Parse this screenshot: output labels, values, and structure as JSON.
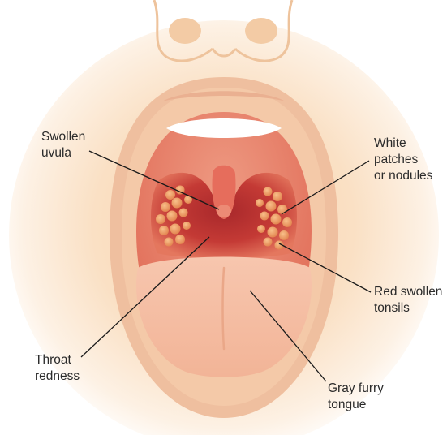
{
  "labels": {
    "swollen_uvula": [
      "Swollen",
      "uvula"
    ],
    "white_patches": [
      "White",
      "patches",
      "or nodules"
    ],
    "red_tonsils": [
      "Red swollen",
      "tonsils"
    ],
    "throat_redness": [
      "Throat",
      "redness"
    ],
    "gray_tongue": [
      "Gray furry",
      "tongue"
    ]
  },
  "colors": {
    "skin": "#f6cfa6",
    "skin_glow": "#fbe3c7",
    "lip": "#eeb796",
    "throat": "#c43a35",
    "throat_light": "#e98a6e",
    "uvula": "#e36f5d",
    "tonsil_nodule": "#f1a06a",
    "tongue": "#f6bfa4",
    "teeth": "#ffffff",
    "leader_line": "#1a1a1a",
    "text": "#2b2b2b"
  }
}
